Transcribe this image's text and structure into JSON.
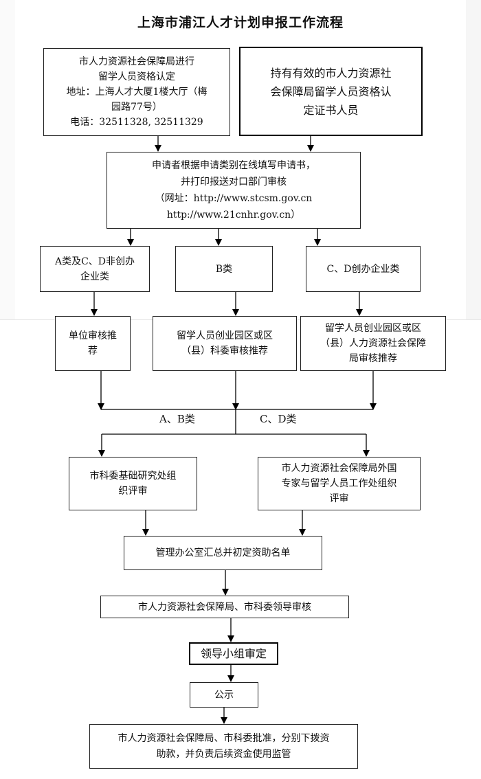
{
  "title": "上海市浦江人才计划申报工作流程",
  "boxes": {
    "hr_cert": {
      "lines": [
        "市人力资源社会保障局进行",
        "留学人员资格认定",
        "地址：上海人才大厦1楼大厅（梅",
        "园路77号）",
        "电话：32511328, 32511329"
      ]
    },
    "holders": {
      "lines": [
        "持有有效的市人力资源社",
        "会保障局留学人员资格认",
        "定证书人员"
      ]
    },
    "online": {
      "lines": [
        "申请者根据申请类别在线填写申请书，",
        "并打印报送对口部门审核",
        "（网址：http://www.stcsm.gov.cn",
        "http://www.21cnhr.gov.cn）"
      ]
    },
    "cat_a": {
      "lines": [
        "A类及C、D非创办",
        "企业类"
      ]
    },
    "cat_b": {
      "lines": [
        "B类"
      ]
    },
    "cat_cd": {
      "lines": [
        "C、D创办企业类"
      ]
    },
    "unit_rec": {
      "lines": [
        "单位审核推",
        "荐"
      ]
    },
    "park_sci": {
      "lines": [
        "留学人员创业园区或区",
        "（县）科委审核推荐"
      ]
    },
    "park_hr": {
      "lines": [
        "留学人员创业园区或区",
        "（县）人力资源社会保障",
        "局审核推荐"
      ]
    },
    "sci_review": {
      "lines": [
        "市科委基础研究处组",
        "织评审"
      ]
    },
    "hr_review": {
      "lines": [
        "市人力资源社会保障局外国",
        "专家与留学人员工作处组织",
        "评审"
      ]
    },
    "summary": {
      "lines": [
        "管理办公室汇总并初定资助名单"
      ]
    },
    "leader_review": {
      "lines": [
        "市人力资源社会保障局、市科委领导审核"
      ]
    },
    "group_decide": {
      "lines": [
        "领导小组审定"
      ]
    },
    "publicity": {
      "lines": [
        "公示"
      ]
    },
    "final": {
      "lines": [
        "市人力资源社会保障局、市科委批准，分别下拨资",
        "助款，并负责后续资金使用监管"
      ]
    }
  },
  "labels": {
    "ab": "A、B类",
    "cd": "C、D类"
  }
}
